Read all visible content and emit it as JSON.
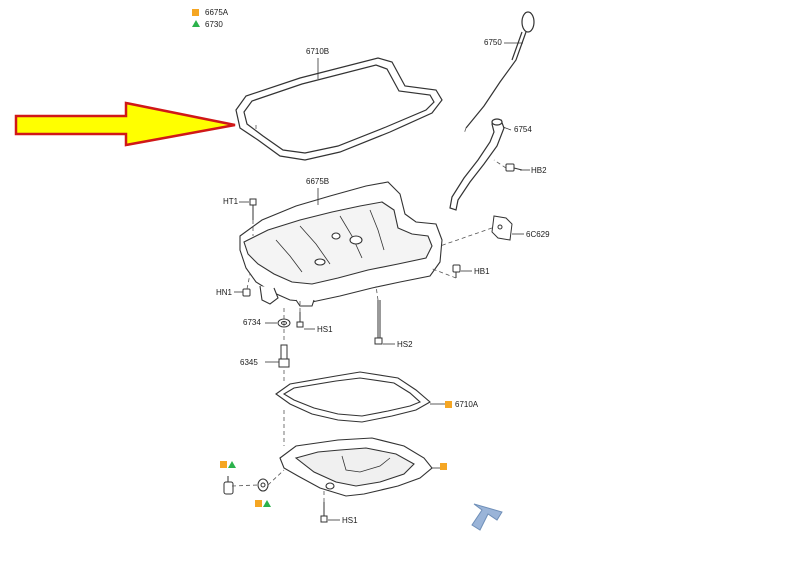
{
  "colors": {
    "square_marker": "#f5a623",
    "triangle_marker": "#2bb24c",
    "arrow_fill": "#ffff00",
    "arrow_outline": "#d01818",
    "line": "#333333",
    "nav_arrow": "#7f9fc8"
  },
  "legend": [
    {
      "marker": "square",
      "code": "6675A"
    },
    {
      "marker": "triangle",
      "code": "6730"
    }
  ],
  "labels": {
    "gasket_upper": "6710B",
    "dipstick": "6750",
    "dipstick_tube": "6754",
    "bolt_hb2": "HB2",
    "bolt_ht1": "HT1",
    "oil_pan_upper": "6675B",
    "bracket": "6C629",
    "bolt_hb1": "HB1",
    "bolt_hn1": "HN1",
    "washer": "6734",
    "bolt_hs1_a": "HS1",
    "bolt_hs2": "HS2",
    "plug": "6345",
    "gasket_lower": "6710A",
    "bolt_hs1_b": "HS1"
  },
  "icons": {
    "pointer": "yellow-right-arrow-icon",
    "nav": "diagonal-arrow-icon"
  }
}
